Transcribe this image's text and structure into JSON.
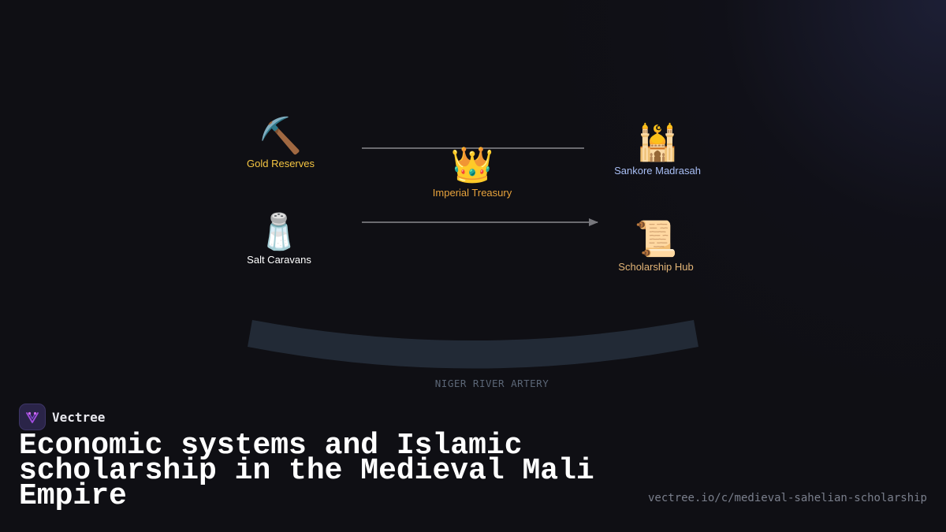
{
  "nodes": {
    "gold": {
      "icon": "⛏️",
      "icon_name": "pickaxe-icon",
      "label": "Gold Reserves",
      "color": "#f5c542"
    },
    "salt": {
      "icon": "🧂",
      "icon_name": "salt-shaker-icon",
      "label": "Salt Caravans",
      "color": "#ffffff"
    },
    "treasury": {
      "icon": "👑",
      "icon_name": "crown-icon",
      "label": "Imperial Treasury",
      "color": "#e8a33c"
    },
    "madrasah": {
      "icon": "🕌",
      "icon_name": "mosque-icon",
      "label": "Sankore Madrasah",
      "color": "#a9bff5"
    },
    "hub": {
      "icon": "📜",
      "icon_name": "scroll-icon",
      "label": "Scholarship Hub",
      "color": "#e3b577"
    }
  },
  "river": {
    "label": "NIGER RIVER ARTERY",
    "color": "#222a36"
  },
  "brand": {
    "name": "Vectree"
  },
  "title": "Economic systems and Islamic scholarship in the Medieval Mali Empire",
  "url": "vectree.io/c/medieval-sahelian-scholarship",
  "colors": {
    "background": "#0f0f14",
    "connector": "#6b6b70",
    "logo_accent": "#a24de0"
  }
}
